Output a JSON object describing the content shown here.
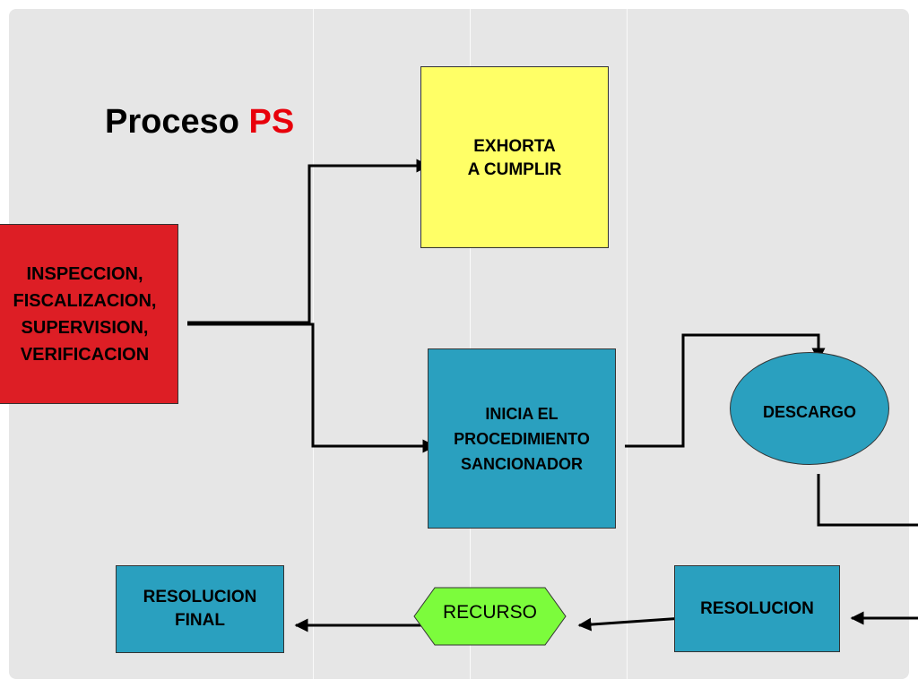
{
  "title": {
    "text": "Proceso",
    "highlight": "PS",
    "highlight_color": "#e8000b"
  },
  "nodes": {
    "inspeccion": "INSPECCION,\nFISCALIZACION,\nSUPERVISION,\nVERIFICACION",
    "exhorta": "EXHORTA\nA CUMPLIR",
    "inicia": "INICIA EL\nPROCEDIMIENTO\nSANCIONADOR",
    "descargo": "DESCARGO",
    "resolucion": "RESOLUCION",
    "recurso": "RECURSO",
    "resolucion_final": "RESOLUCION\nFINAL"
  },
  "colors": {
    "red": "#dd1e25",
    "yellow": "#ffff66",
    "teal": "#2aa0bf",
    "green": "#7cfc3c",
    "background": "#e6e6e6"
  }
}
